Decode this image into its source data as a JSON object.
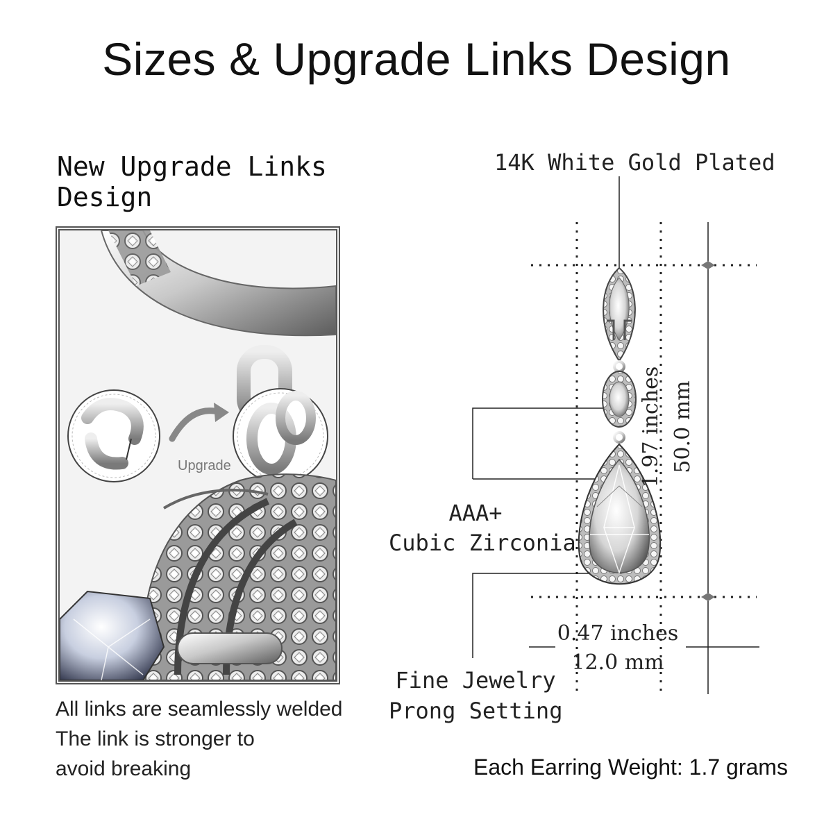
{
  "title": "Sizes & Upgrade Links Design",
  "left_panel": {
    "heading_line1": "New Upgrade Links",
    "heading_line2": "Design",
    "badge": "Upgrade",
    "caption_line1": "All links are seamlessly welded",
    "caption_line2": "The link is stronger to",
    "caption_line3": "avoid breaking"
  },
  "labels": {
    "plating": "14K White Gold Plated",
    "stone_line1": "AAA+",
    "stone_line2": "Cubic Zirconia",
    "setting_line1": "Fine Jewelry",
    "setting_line2": "Prong Setting"
  },
  "dimensions": {
    "height_in": "1.97 inches",
    "height_mm": "50.0 mm",
    "width_in": "0.47 inches",
    "width_mm": "12.0 mm"
  },
  "weight": "Each Earring Weight: 1.7 grams"
}
